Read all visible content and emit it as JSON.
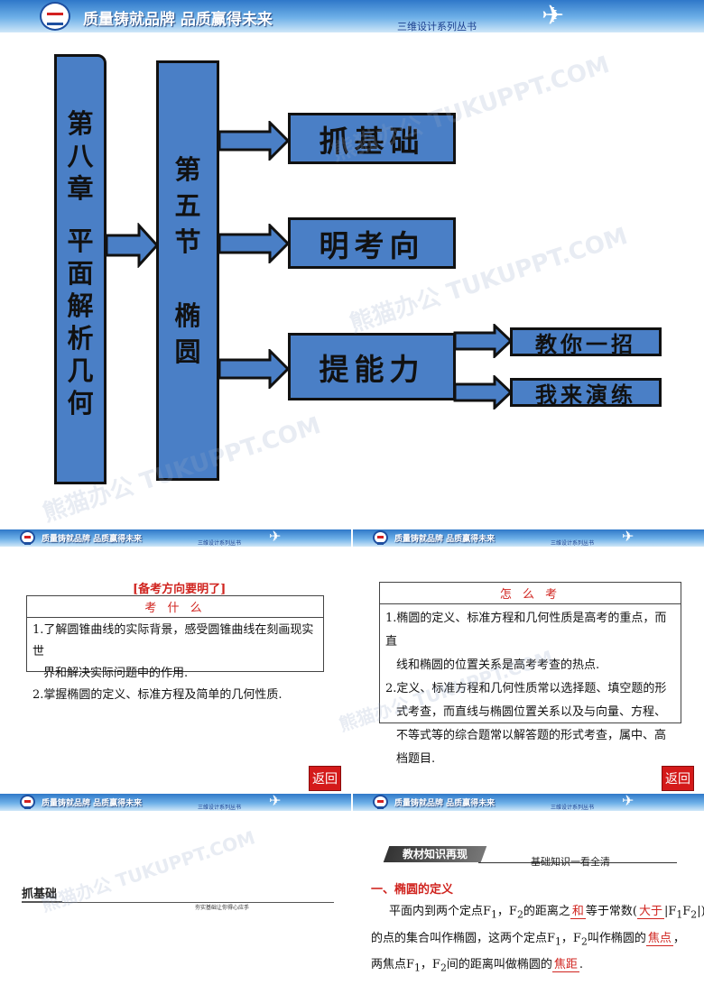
{
  "header": {
    "slogan": "质量铸就品牌 品质赢得未来",
    "series": "三维设计系列丛书"
  },
  "structure": {
    "chapter": [
      "第",
      "八",
      "章",
      "",
      "平",
      "面",
      "解",
      "析",
      "几",
      "何"
    ],
    "section": [
      "第",
      "五",
      "节",
      "",
      "椭",
      "圆"
    ],
    "items": [
      "抓基础",
      "明考向",
      "提能力"
    ],
    "sub_items": [
      "教你一招",
      "我来演练"
    ],
    "block_color": "#4a7fc6"
  },
  "slide2": {
    "title": "[备考方向要明了]",
    "table_header": "考 什 么",
    "lines": [
      "1.了解圆锥曲线的实际背景，感受圆锥曲线在刻画现实世",
      "界和解决实际问题中的作用.",
      "2.掌握椭圆的定义、标准方程及简单的几何性质."
    ],
    "back": "返回"
  },
  "slide3": {
    "table_header": "怎 么 考",
    "lines": [
      "1.椭圆的定义、标准方程和几何性质是高考的重点，而直",
      "线和椭圆的位置关系是高考考查的热点.",
      "2.定义、标准方程和几何性质常以选择题、填空题的形",
      "式考查，而直线与椭圆位置关系以及与向量、方程、",
      "不等式等的综合题常以解答题的形式考查，属中、高",
      "档题目."
    ],
    "back": "返回"
  },
  "slide4": {
    "title": "抓基础",
    "sub": "夯实基础让你得心应手"
  },
  "slide5": {
    "banner": "教材知识再现",
    "banner_sub": "基础知识一看全清",
    "heading": "一、椭圆的定义",
    "l1_a": "平面内到两个定点F",
    "l1_b": "，F",
    "l1_c": "的距离之",
    "l1_fill1": "和",
    "l1_d": "等于常数(",
    "l1_fill2": "大于",
    "l1_e": "|F",
    "l1_f": "F",
    "l1_g": "|)",
    "l2_a": "的点的集合叫作椭圆，这两个定点F",
    "l2_b": "，F",
    "l2_c": "叫作椭圆的",
    "l2_fill": "焦点",
    "l2_d": "，",
    "l3_a": "两焦点F",
    "l3_b": "，F",
    "l3_c": "间的距离叫做椭圆的",
    "l3_fill": "焦距",
    "l3_d": ".",
    "sub1": "1",
    "sub2": "2"
  }
}
